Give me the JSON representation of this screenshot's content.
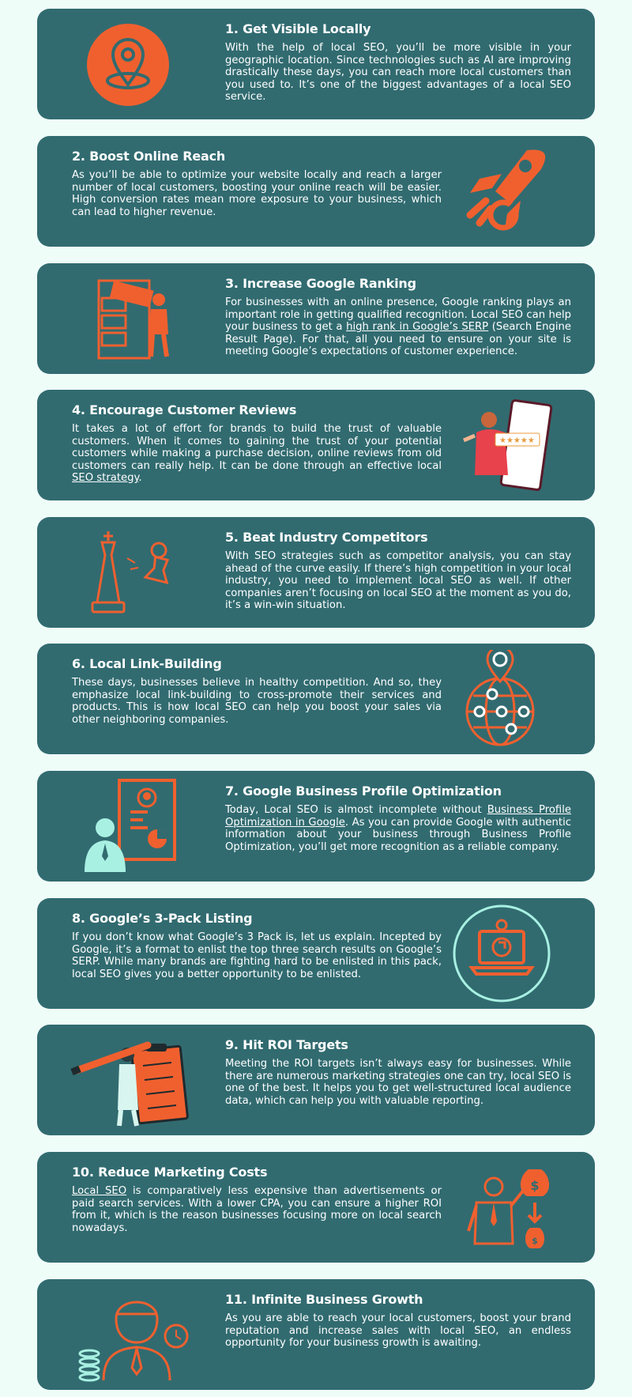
{
  "colors": {
    "page_background": "#effdf9",
    "card_background": "#316b70",
    "accent_orange": "#f0602f",
    "text": "#ffffff",
    "mint": "#a8f0e2"
  },
  "items": [
    {
      "title": "1. Get Visible Locally",
      "body": "With the help of local SEO, you’ll be more visible in your geographic location. Since technologies such as AI are improving drastically these days, you can reach more local customers than you used to. It’s one of the biggest advantages of a local SEO service.",
      "icon": "location-pin-icon"
    },
    {
      "title": "2. Boost Online Reach",
      "body": "As you’ll be able to optimize your website locally and reach a larger number of local customers, boosting your online reach will be easier. High conversion rates mean more exposure to your business, which can lead to higher revenue.",
      "icon": "rocket-icon"
    },
    {
      "title": "3. Increase Google Ranking",
      "body_pre": "For businesses with an online presence, Google ranking plays an important role in getting qualified recognition. Local SEO can help your business to get a ",
      "link": "high rank in Google’s SERP",
      "body_post": " (Search Engine Result Page). For that, all you need to ensure on your site is meeting Google’s expectations of customer experience.",
      "icon": "ranking-list-icon"
    },
    {
      "title": "4. Encourage Customer Reviews",
      "body_pre": "It takes a lot of effort for brands to build the trust of valuable customers. When it comes to gaining the trust of your potential customers while making a purchase decision, online reviews from old customers can really help. It can be done through an effective local ",
      "link": "SEO strategy",
      "body_post": ".",
      "icon": "customer-review-icon",
      "stars": "★★★★★"
    },
    {
      "title": "5. Beat Industry Competitors",
      "body": "With SEO strategies such as competitor analysis, you can stay ahead of the curve easily. If there’s high competition in your local industry, you need to implement local SEO as well. If other companies aren’t focusing on local SEO at the moment as you do, it’s a win-win situation.",
      "icon": "chess-pieces-icon"
    },
    {
      "title": "6. Local Link-Building",
      "body": "These days, businesses believe in healthy competition. And so, they emphasize local link-building to cross-promote their services and products. This is how local SEO can help you boost your sales via other neighboring companies.",
      "icon": "globe-network-icon"
    },
    {
      "title": "7. Google Business Profile Optimization",
      "body_pre": "Today, Local SEO is almost incomplete without ",
      "link": "Business Profile Optimization in Google",
      "body_post": ". As you can provide Google with authentic information about your business through Business Profile Optimization, you’ll get more recognition as a reliable company.",
      "icon": "business-profile-icon"
    },
    {
      "title": "8. Google’s 3-Pack Listing",
      "body": "If you don’t know what Google’s 3 Pack is, let us explain. Incepted by Google, it’s a format to enlist the top three search results on Google’s SERP. While many brands are fighting hard to be enlisted in this pack, local SEO gives you a better opportunity to be enlisted.",
      "icon": "laptop-sync-icon"
    },
    {
      "title": "9. Hit ROI Targets",
      "body": "Meeting the ROI targets isn’t always easy for businesses. While there are numerous marketing strategies one can try, local SEO is one of the best. It helps you to get well-structured local audience data, which can help you with valuable reporting.",
      "icon": "checklist-person-icon"
    },
    {
      "title": "10. Reduce Marketing Costs",
      "link_pre": "Local SEO",
      "body_post": " is comparatively less expensive than advertisements or paid search services. With a lower CPA, you can ensure a higher ROI from it, which is the reason businesses focusing more on local search nowadays.",
      "icon": "money-bag-person-icon",
      "bag_symbol": "$"
    },
    {
      "title": "11. Infinite Business Growth",
      "body": "As you are able to reach your local customers, boost your brand reputation and increase sales with local SEO, an endless opportunity for your business growth is awaiting.",
      "icon": "business-growth-icon"
    }
  ]
}
